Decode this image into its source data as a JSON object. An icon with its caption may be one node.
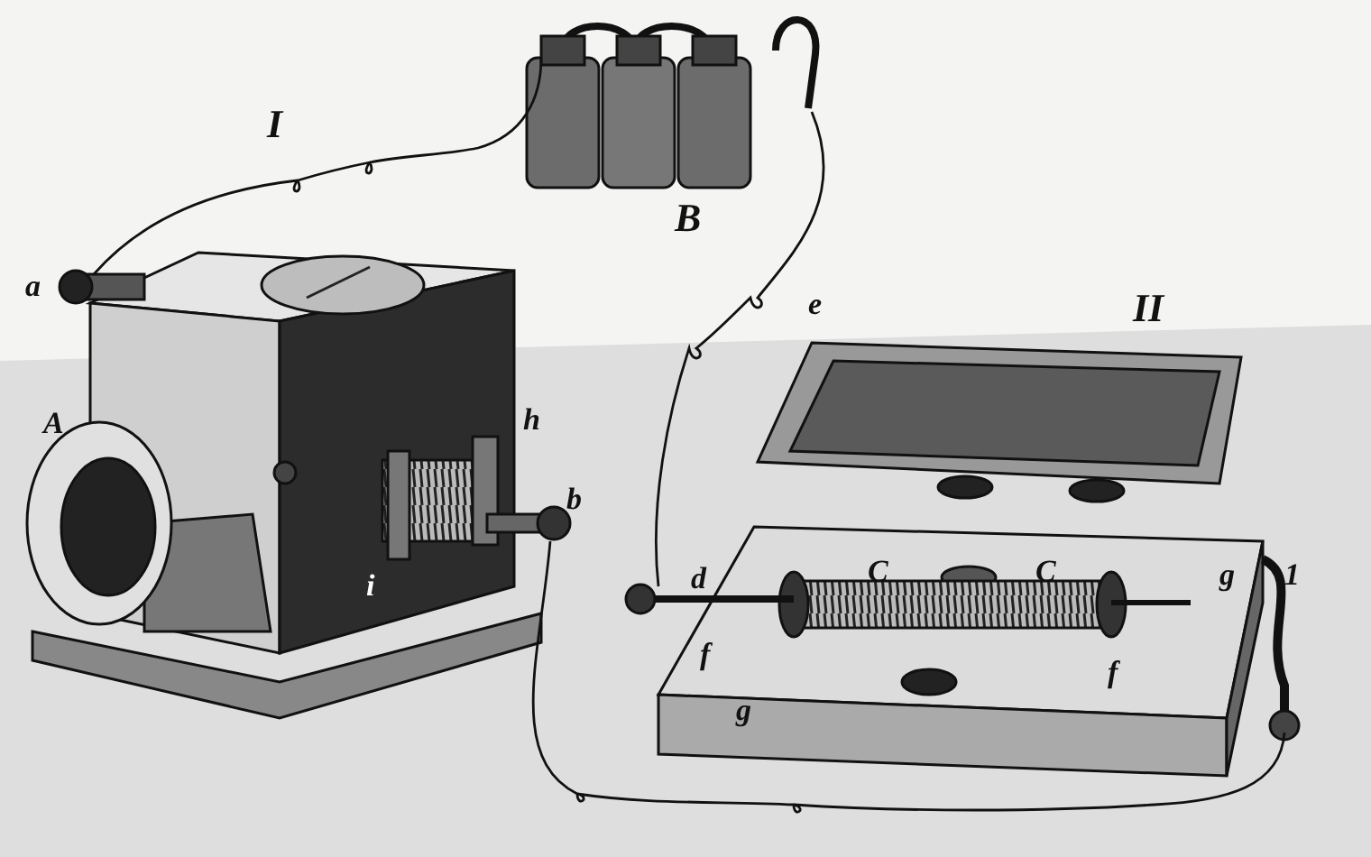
{
  "diagram": {
    "labels": [
      "I",
      "B",
      "a",
      "e",
      "II",
      "A",
      "h",
      "b",
      "d",
      "C",
      "C",
      "g",
      "1",
      "i",
      "f",
      "f",
      "g"
    ]
  }
}
